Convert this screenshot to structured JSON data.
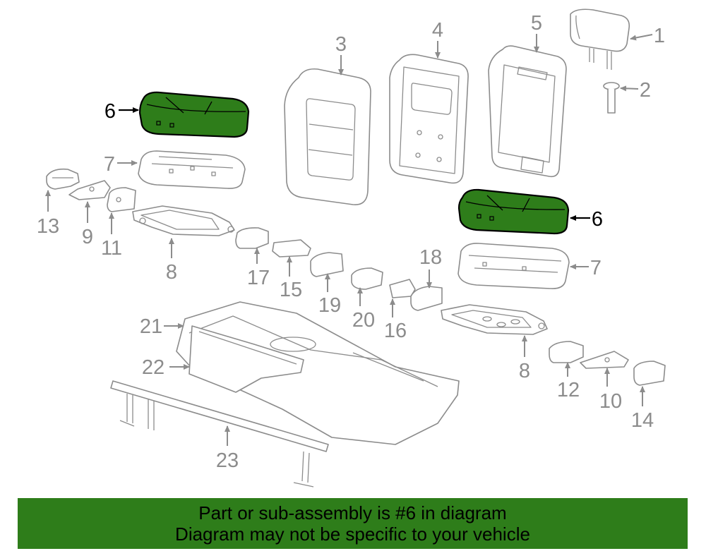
{
  "callouts": {
    "c1": "1",
    "c2": "2",
    "c3": "3",
    "c4": "4",
    "c5": "5",
    "c6a": "6",
    "c6b": "6",
    "c7a": "7",
    "c7b": "7",
    "c8a": "8",
    "c8b": "8",
    "c9": "9",
    "c10": "10",
    "c11": "11",
    "c12": "12",
    "c13": "13",
    "c14": "14",
    "c15": "15",
    "c16": "16",
    "c17": "17",
    "c18": "18",
    "c19": "19",
    "c20": "20",
    "c21": "21",
    "c22": "22",
    "c23": "23"
  },
  "banner": {
    "line1": "Part or sub-assembly is #6 in diagram",
    "line2": "Diagram may not be specific to your vehicle"
  },
  "colors": {
    "highlight_part": "#2e7d1a",
    "banner_background": "#2e7d1a",
    "part_outline": "#8c8c8c",
    "highlight_outline": "#000000"
  }
}
